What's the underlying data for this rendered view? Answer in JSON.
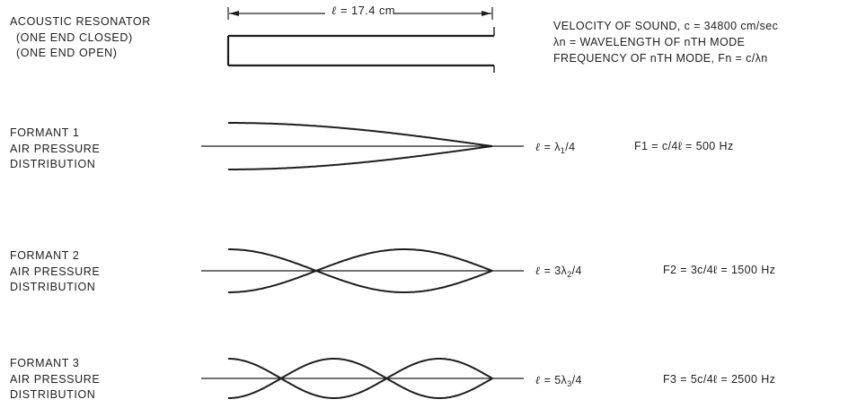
{
  "resonator": {
    "title_lines": [
      "ACOUSTIC RESONATOR",
      "(ONE END CLOSED)",
      "(ONE END OPEN)"
    ],
    "length_label": "= 17.4 cm"
  },
  "constants": {
    "velocity": "VELOCITY OF SOUND, c = 34800 cm/sec",
    "wavelength": "λn = WAVELENGTH OF nTH MODE",
    "frequency": "FREQUENCY OF nTH MODE, Fn = c/λn"
  },
  "formants": [
    {
      "label_lines": [
        "FORMANT 1",
        "AIR PRESSURE",
        "DISTRIBUTION"
      ],
      "length_relation": "= λ",
      "subscript": "1",
      "relation_tail": "/4",
      "frequency": "F1 = c/4ℓ = 500 Hz",
      "quarter_wavelengths": 1
    },
    {
      "label_lines": [
        "FORMANT 2",
        "AIR PRESSURE",
        "DISTRIBUTION"
      ],
      "length_relation": "= 3λ",
      "subscript": "2",
      "relation_tail": "/4",
      "frequency": "F2 = 3c/4ℓ = 1500 Hz",
      "quarter_wavelengths": 3
    },
    {
      "label_lines": [
        "FORMANT 3",
        "AIR PRESSURE",
        "DISTRIBUTION"
      ],
      "length_relation": "= 5λ",
      "subscript": "3",
      "relation_tail": "/4",
      "frequency": "F3 = 5c/4ℓ = 2500 Hz",
      "quarter_wavelengths": 5
    }
  ]
}
